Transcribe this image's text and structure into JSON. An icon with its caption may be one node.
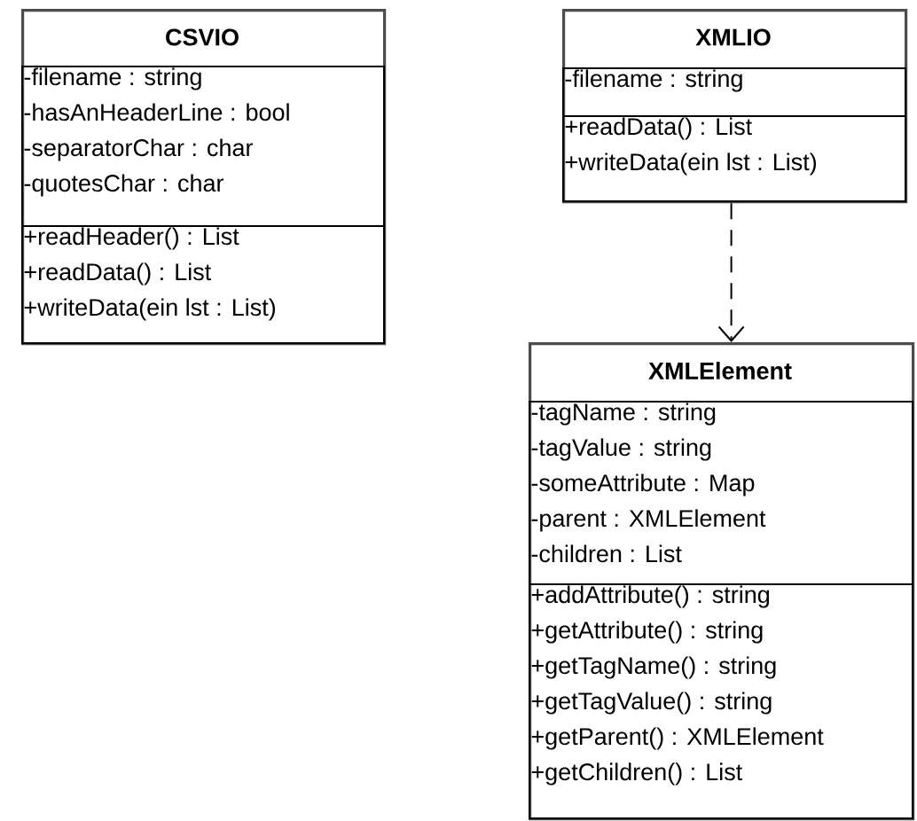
{
  "diagram": {
    "nodes": [
      {
        "text": [
          "CSVIO"
        ]
      },
      {
        "text": [
          "-filename : string",
          "-hasAnHeaderLine : bool",
          "-separatorChar : char",
          "-quotesChar : char"
        ],
        "in": 0
      },
      {
        "text": [
          "+readHeader() : List",
          "+readData() : List",
          "+writeData(ein lst : List)"
        ],
        "in": 0
      },
      {
        "text": [
          "XMLIO"
        ]
      },
      {
        "text": [
          "-filename : string"
        ],
        "in": 3
      },
      {
        "text": [
          "+readData() : List",
          "+writeData(ein lst : List)"
        ],
        "in": 3
      },
      {
        "text": [
          "XMLElement"
        ]
      },
      {
        "text": [
          "-tagName : string",
          "-tagValue : string",
          "-someAttribute : Map",
          "-parent : XMLElement",
          "-children : List"
        ],
        "in": 6
      },
      {
        "text": [
          "+addAttribute() : string",
          "+getAttribute() : string",
          "+getTagName() : string",
          "+getTagValue() : string",
          "+getParent() : XMLElement",
          "+getChildren() : List"
        ],
        "in": 6
      }
    ],
    "edges": [
      {
        "from": 3,
        "to": 6,
        "arrow": "to",
        "style": "dashed"
      }
    ]
  }
}
